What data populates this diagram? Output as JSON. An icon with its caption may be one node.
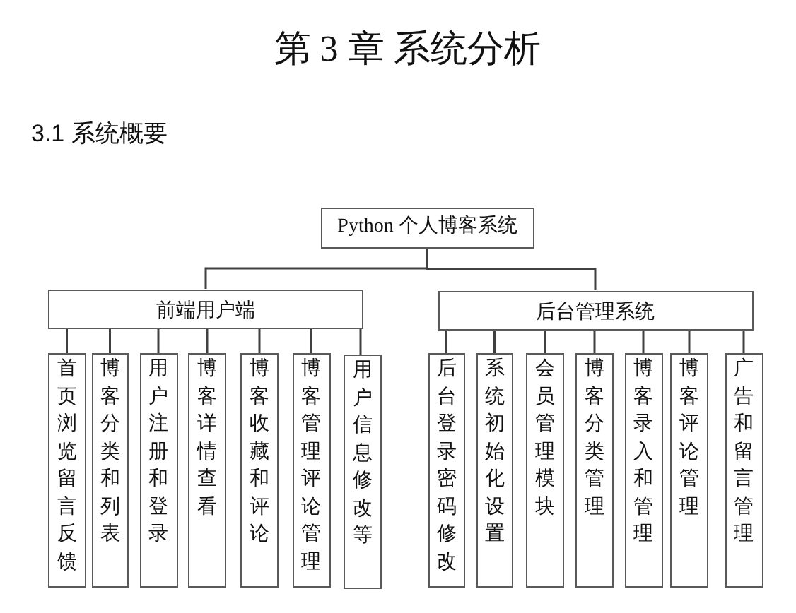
{
  "diagram": {
    "title": "第 3 章 系统分析",
    "nodes": [
      {
        "text": [
          "Python 个人博客系统"
        ]
      },
      {
        "text": [
          "前端用户端"
        ]
      },
      {
        "text": [
          "后台管理系统"
        ]
      },
      {
        "text": [
          "首页浏览留言反馈"
        ]
      },
      {
        "text": [
          "博客分类和列表"
        ]
      },
      {
        "text": [
          "用户注册和登录"
        ]
      },
      {
        "text": [
          "博客详情查看"
        ]
      },
      {
        "text": [
          "博客收藏和评论"
        ]
      },
      {
        "text": [
          "博客管理评论管理"
        ]
      },
      {
        "text": [
          "用户信息修改等"
        ]
      },
      {
        "text": [
          "后台登录密码修改"
        ]
      },
      {
        "text": [
          "系统初始化设置"
        ]
      },
      {
        "text": [
          "会员管理模块"
        ]
      },
      {
        "text": [
          "博客分类管理"
        ]
      },
      {
        "text": [
          "博客录入和管理"
        ]
      },
      {
        "text": [
          "博客评论管理"
        ]
      },
      {
        "text": [
          "广告和留言管理"
        ]
      }
    ],
    "edges": [
      {
        "from": 0,
        "to": 1,
        "arrow": "none"
      },
      {
        "from": 0,
        "to": 2,
        "arrow": "none"
      },
      {
        "from": 1,
        "to": 3,
        "arrow": "none"
      },
      {
        "from": 1,
        "to": 4,
        "arrow": "none"
      },
      {
        "from": 1,
        "to": 5,
        "arrow": "none"
      },
      {
        "from": 1,
        "to": 6,
        "arrow": "none"
      },
      {
        "from": 1,
        "to": 7,
        "arrow": "none"
      },
      {
        "from": 1,
        "to": 8,
        "arrow": "none"
      },
      {
        "from": 1,
        "to": 9,
        "arrow": "none"
      },
      {
        "from": 2,
        "to": 10,
        "arrow": "none"
      },
      {
        "from": 2,
        "to": 11,
        "arrow": "none"
      },
      {
        "from": 2,
        "to": 12,
        "arrow": "none"
      },
      {
        "from": 2,
        "to": 13,
        "arrow": "none"
      },
      {
        "from": 2,
        "to": 14,
        "arrow": "none"
      },
      {
        "from": 2,
        "to": 15,
        "arrow": "none"
      },
      {
        "from": 2,
        "to": 16,
        "arrow": "none"
      }
    ],
    "labels": [
      "3.1 系统概要"
    ]
  }
}
